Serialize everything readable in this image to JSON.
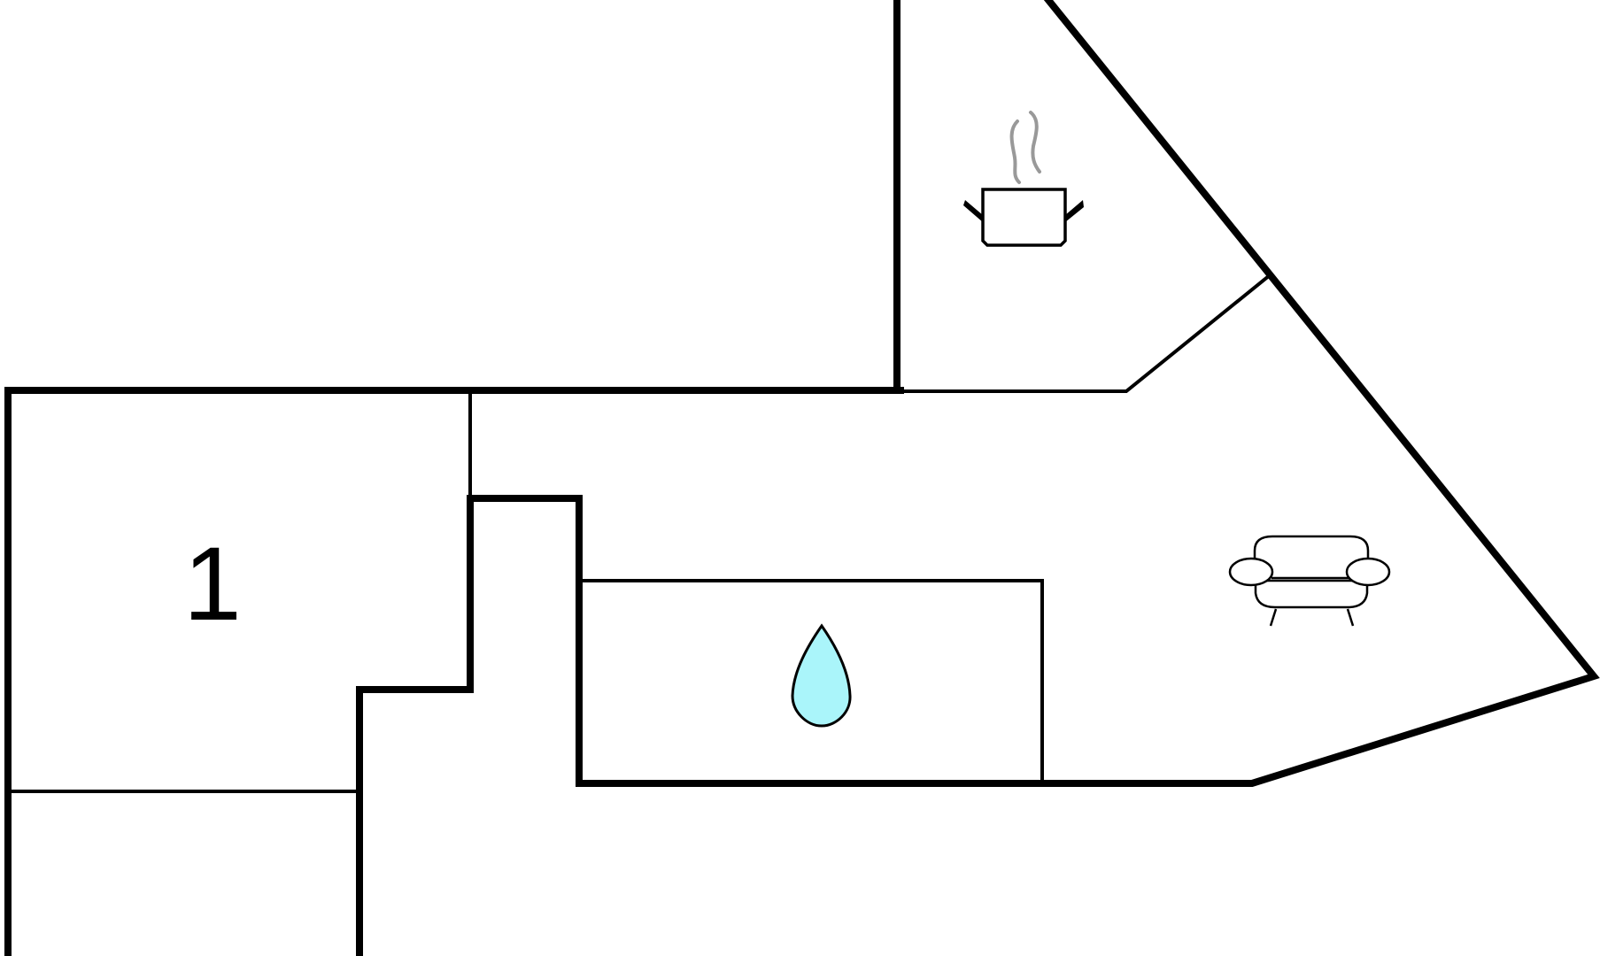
{
  "plan": {
    "rooms": [
      {
        "id": "bedroom",
        "label": "1"
      }
    ],
    "icons": [
      {
        "room": "kitchen",
        "icon": "cooking-pot-icon"
      },
      {
        "room": "bathroom",
        "icon": "water-drop-icon",
        "color": "#aaf5fa"
      },
      {
        "room": "living-room",
        "icon": "sofa-icon"
      }
    ],
    "colors": {
      "walls": "#000000",
      "background": "#ffffff",
      "water_drop_fill": "#aaf5fa",
      "steam": "#999999"
    }
  }
}
